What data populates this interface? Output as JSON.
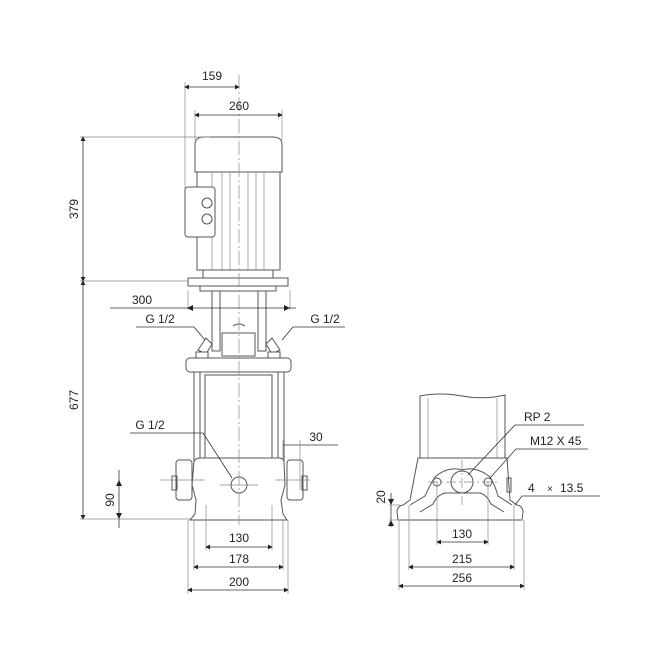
{
  "front_view": {
    "dims": {
      "motor_offset": "159",
      "motor_width": "260",
      "motor_height": "379",
      "flange_width": "300",
      "pump_height": "677",
      "port_offset": "30",
      "port_height": "90",
      "foot_inner": "130",
      "foot_mid": "178",
      "base_width": "200"
    },
    "callouts": {
      "vent_left": "G 1/2",
      "vent_right": "G 1/2",
      "drain": "G 1/2"
    }
  },
  "side_view": {
    "dims": {
      "foot_thickness": "20",
      "bolt_spacing": "130",
      "hole_spacing": "215",
      "base_width": "256"
    },
    "callouts": {
      "port_thread": "RP 2",
      "flange_bolt": "M12 X 45",
      "mount_holes_count": "4",
      "mount_holes_times": "×",
      "mount_holes_size": "13.5"
    }
  }
}
